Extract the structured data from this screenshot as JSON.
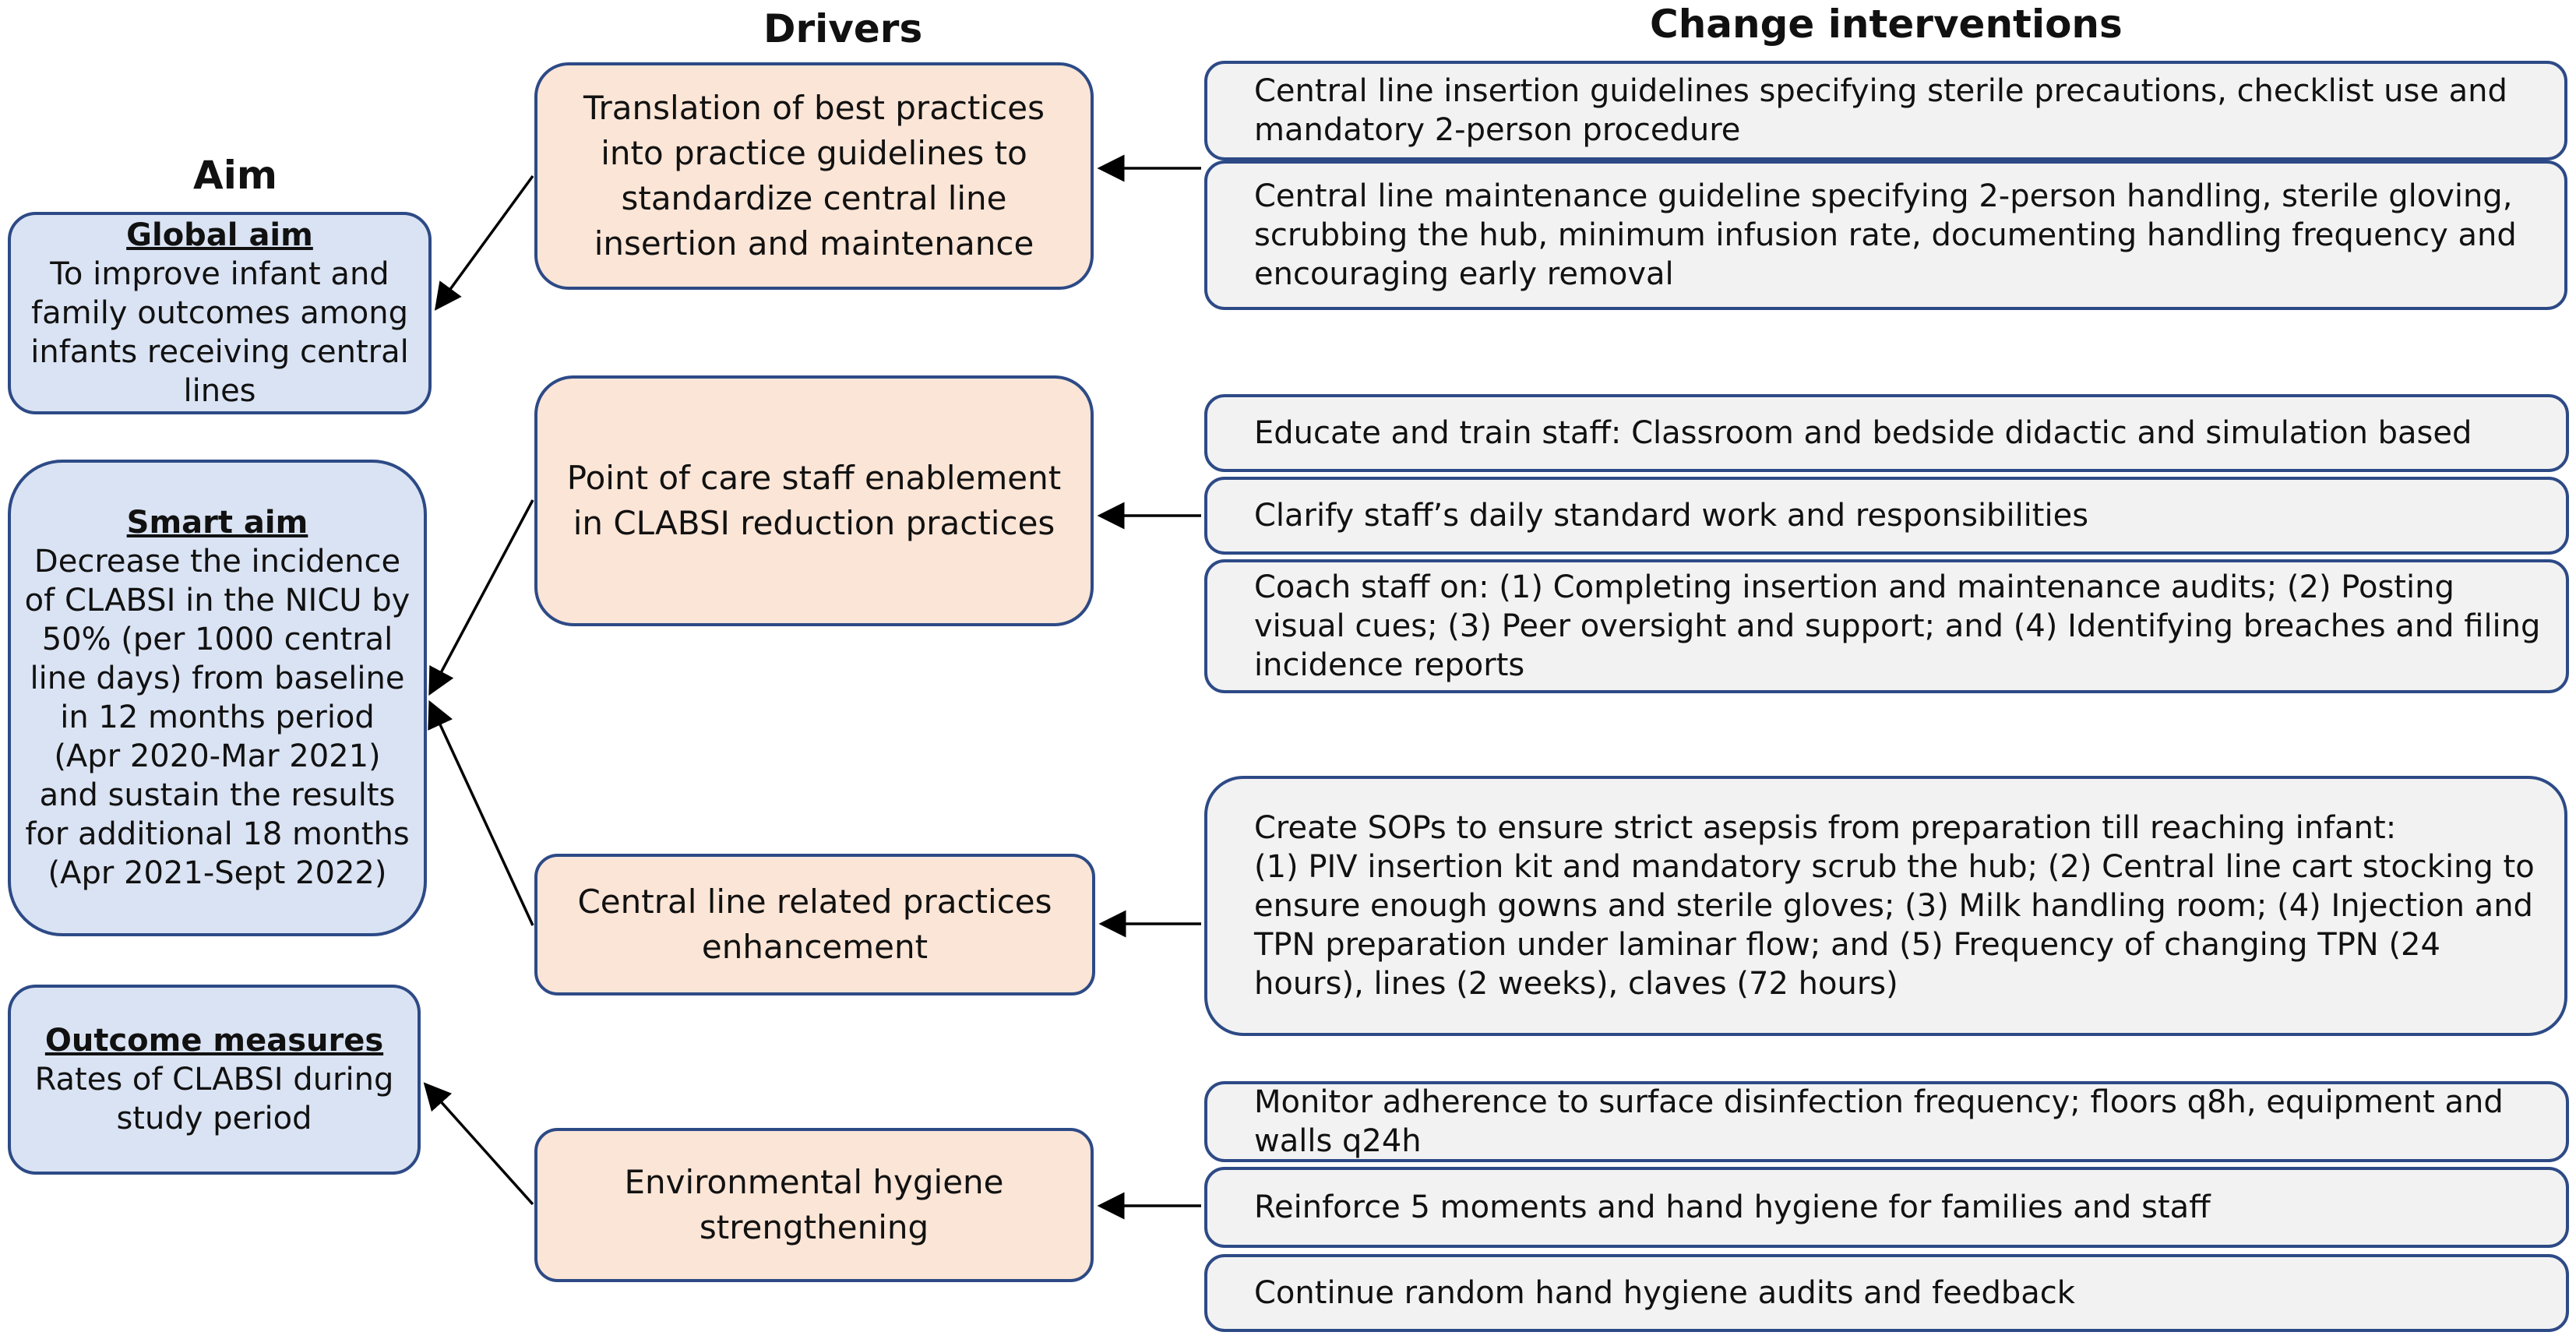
{
  "headings": {
    "aim": "Aim",
    "drivers": "Drivers",
    "interventions": "Change interventions"
  },
  "aims": [
    {
      "title": "Global aim",
      "body": "To improve infant and family outcomes among infants receiving central lines"
    },
    {
      "title": "Smart aim",
      "body": "Decrease the incidence of CLABSI in the NICU by 50% (per 1000 central line days) from baseline in 12 months period (Apr 2020-Mar 2021) and sustain the results for additional 18 months (Apr 2021-Sept 2022)"
    },
    {
      "title": "Outcome measures",
      "body": "Rates of CLABSI during study period"
    }
  ],
  "drivers": [
    {
      "label": "Translation of best practices into practice guidelines to standardize central line insertion and maintenance"
    },
    {
      "label": "Point of care staff enablement in CLABSI reduction practices"
    },
    {
      "label": "Central line related practices enhancement"
    },
    {
      "label": "Environmental hygiene strengthening"
    }
  ],
  "interventions": [
    {
      "text": "Central line insertion guidelines specifying sterile precautions, checklist use and mandatory 2-person procedure"
    },
    {
      "text": "Central line maintenance guideline specifying 2-person handling, sterile gloving, scrubbing the hub, minimum infusion rate, documenting handling frequency and encouraging early removal"
    },
    {
      "text": "Educate and train staff: Classroom and bedside didactic and simulation based"
    },
    {
      "text": "Clarify staff’s daily standard work and responsibilities"
    },
    {
      "text": "Coach staff on: (1) Completing insertion and maintenance audits; (2) Posting visual cues; (3) Peer oversight and support; and (4) Identifying breaches and filing incidence reports"
    },
    {
      "line1": "Create SOPs to ensure strict asepsis from preparation till reaching infant:",
      "line2": "(1) PIV insertion kit and mandatory scrub the hub; (2) Central line cart stocking to ensure enough gowns and sterile gloves; (3) Milk handling room; (4) Injection and TPN preparation under laminar flow; and (5) Frequency of changing TPN (24 hours), lines (2 weeks), claves (72 hours)"
    },
    {
      "text": "Monitor adherence to surface disinfection frequency; floors q8h, equipment and walls q24h"
    },
    {
      "text": "Reinforce 5 moments and hand hygiene for families and staff"
    },
    {
      "text": "Continue random hand hygiene audits and feedback"
    }
  ]
}
